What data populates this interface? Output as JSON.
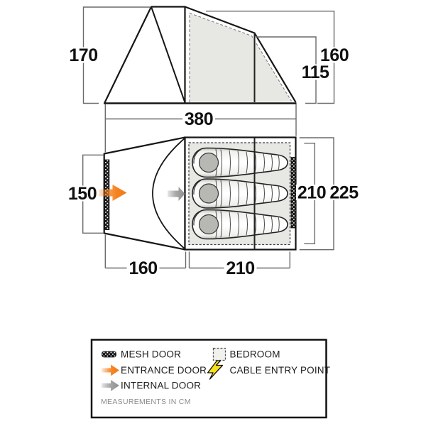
{
  "side_view": {
    "peak_height": "170",
    "bedroom_peak_height": "160",
    "rear_height": "115",
    "length": "380"
  },
  "floor_plan": {
    "front_width": "150",
    "porch_length": "160",
    "bedroom_length": "210",
    "bedroom_width": "210",
    "overall_width": "225"
  },
  "legend": {
    "mesh_door": "MESH DOOR",
    "entrance_door": "ENTRANCE DOOR",
    "internal_door": "INTERNAL DOOR",
    "bedroom": "BEDROOM",
    "cable_entry_point": "CABLE ENTRY POINT",
    "note": "MEASUREMENTS IN CM"
  },
  "colors": {
    "entrance_arrow_orange": "#f58220",
    "internal_arrow_gray": "#9b9b9b",
    "cable_bolt_yellow": "#f6df1d",
    "inner_area_gray": "#e7e7e3"
  }
}
